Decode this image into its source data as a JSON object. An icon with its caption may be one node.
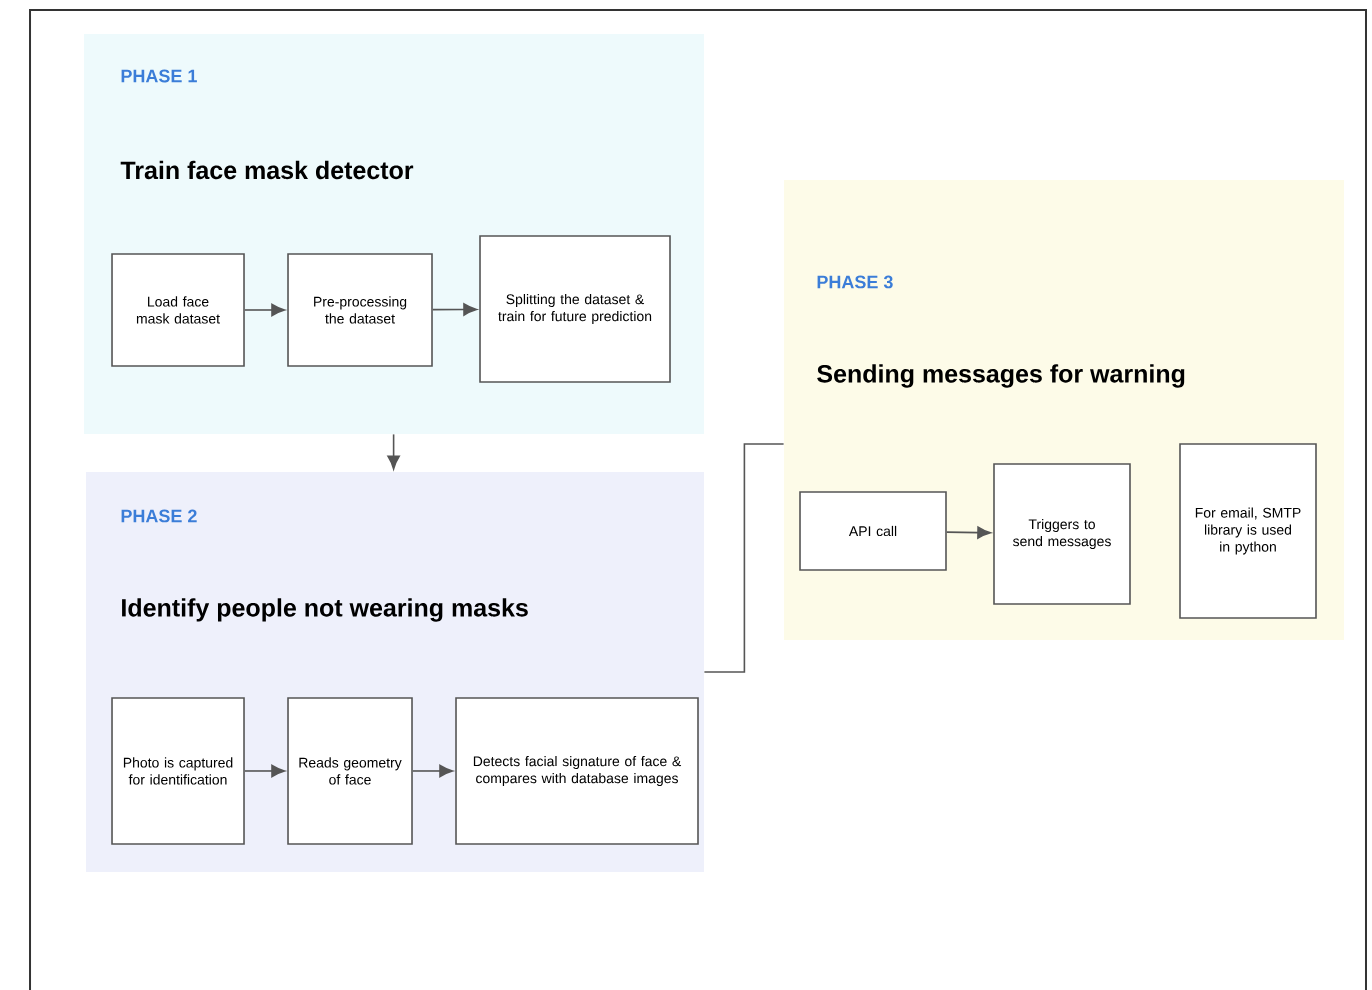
{
  "diagram": {
    "nodes": [
      {
        "text": [
          "PHASE 1",
          "Train face mask detector"
        ]
      },
      {
        "text": [
          "Load face mask dataset"
        ],
        "in": 0
      },
      {
        "text": [
          "Pre-processing the dataset"
        ],
        "in": 0
      },
      {
        "text": [
          "Splitting the dataset & train for future prediction"
        ],
        "in": 0
      },
      {
        "text": [
          "PHASE 2",
          "Identify people not wearing masks"
        ]
      },
      {
        "text": [
          "Photo is captured for identification"
        ],
        "in": 4
      },
      {
        "text": [
          "Reads geometry of face"
        ],
        "in": 4
      },
      {
        "text": [
          "Detects facial signature of face & compares with database images"
        ],
        "in": 4
      },
      {
        "text": [
          "PHASE 3",
          "Sending messages for warning"
        ]
      },
      {
        "text": [
          "API call"
        ],
        "in": 8
      },
      {
        "text": [
          "Triggers to send messages"
        ],
        "in": 8
      },
      {
        "text": [
          "For email, SMTP library is used in python"
        ],
        "in": 8
      }
    ],
    "edges": [
      {
        "from": 1,
        "to": 2,
        "arrow": "to"
      },
      {
        "from": 2,
        "to": 3,
        "arrow": "to"
      },
      {
        "from": 0,
        "to": 4,
        "arrow": "to"
      },
      {
        "from": 5,
        "to": 6,
        "arrow": "to"
      },
      {
        "from": 6,
        "to": 7,
        "arrow": "to"
      },
      {
        "from": 4,
        "to": 8,
        "arrow": "none"
      },
      {
        "from": 9,
        "to": 10,
        "arrow": "to"
      }
    ]
  }
}
